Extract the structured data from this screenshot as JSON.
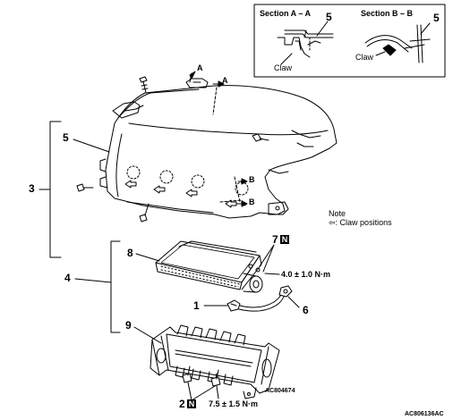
{
  "sections": {
    "a_title": "Section A – A",
    "b_title": "Section B – B",
    "a_claw": "Claw",
    "b_claw": "Claw",
    "a_num": "5",
    "b_num": "5"
  },
  "callouts": {
    "arrow_a_top": "A",
    "arrow_a_right": "A",
    "arrow_b_upper": "B",
    "arrow_b_lower": "B",
    "n3": "3",
    "n4": "4",
    "n5": "5",
    "n7": "7",
    "n7_badge": "N",
    "n8": "8",
    "n1": "1",
    "n6": "6",
    "n9": "9",
    "n2": "2",
    "n2_badge": "N"
  },
  "torques": {
    "upper": "4.0 ± 1.0 N·m",
    "lower": "7.5 ± 1.5 N·m"
  },
  "note": {
    "title": "Note",
    "symbol": "⇦",
    "text": ": Claw positions"
  },
  "codes": {
    "inner": "AC804674",
    "outer": "AC806136AC"
  }
}
